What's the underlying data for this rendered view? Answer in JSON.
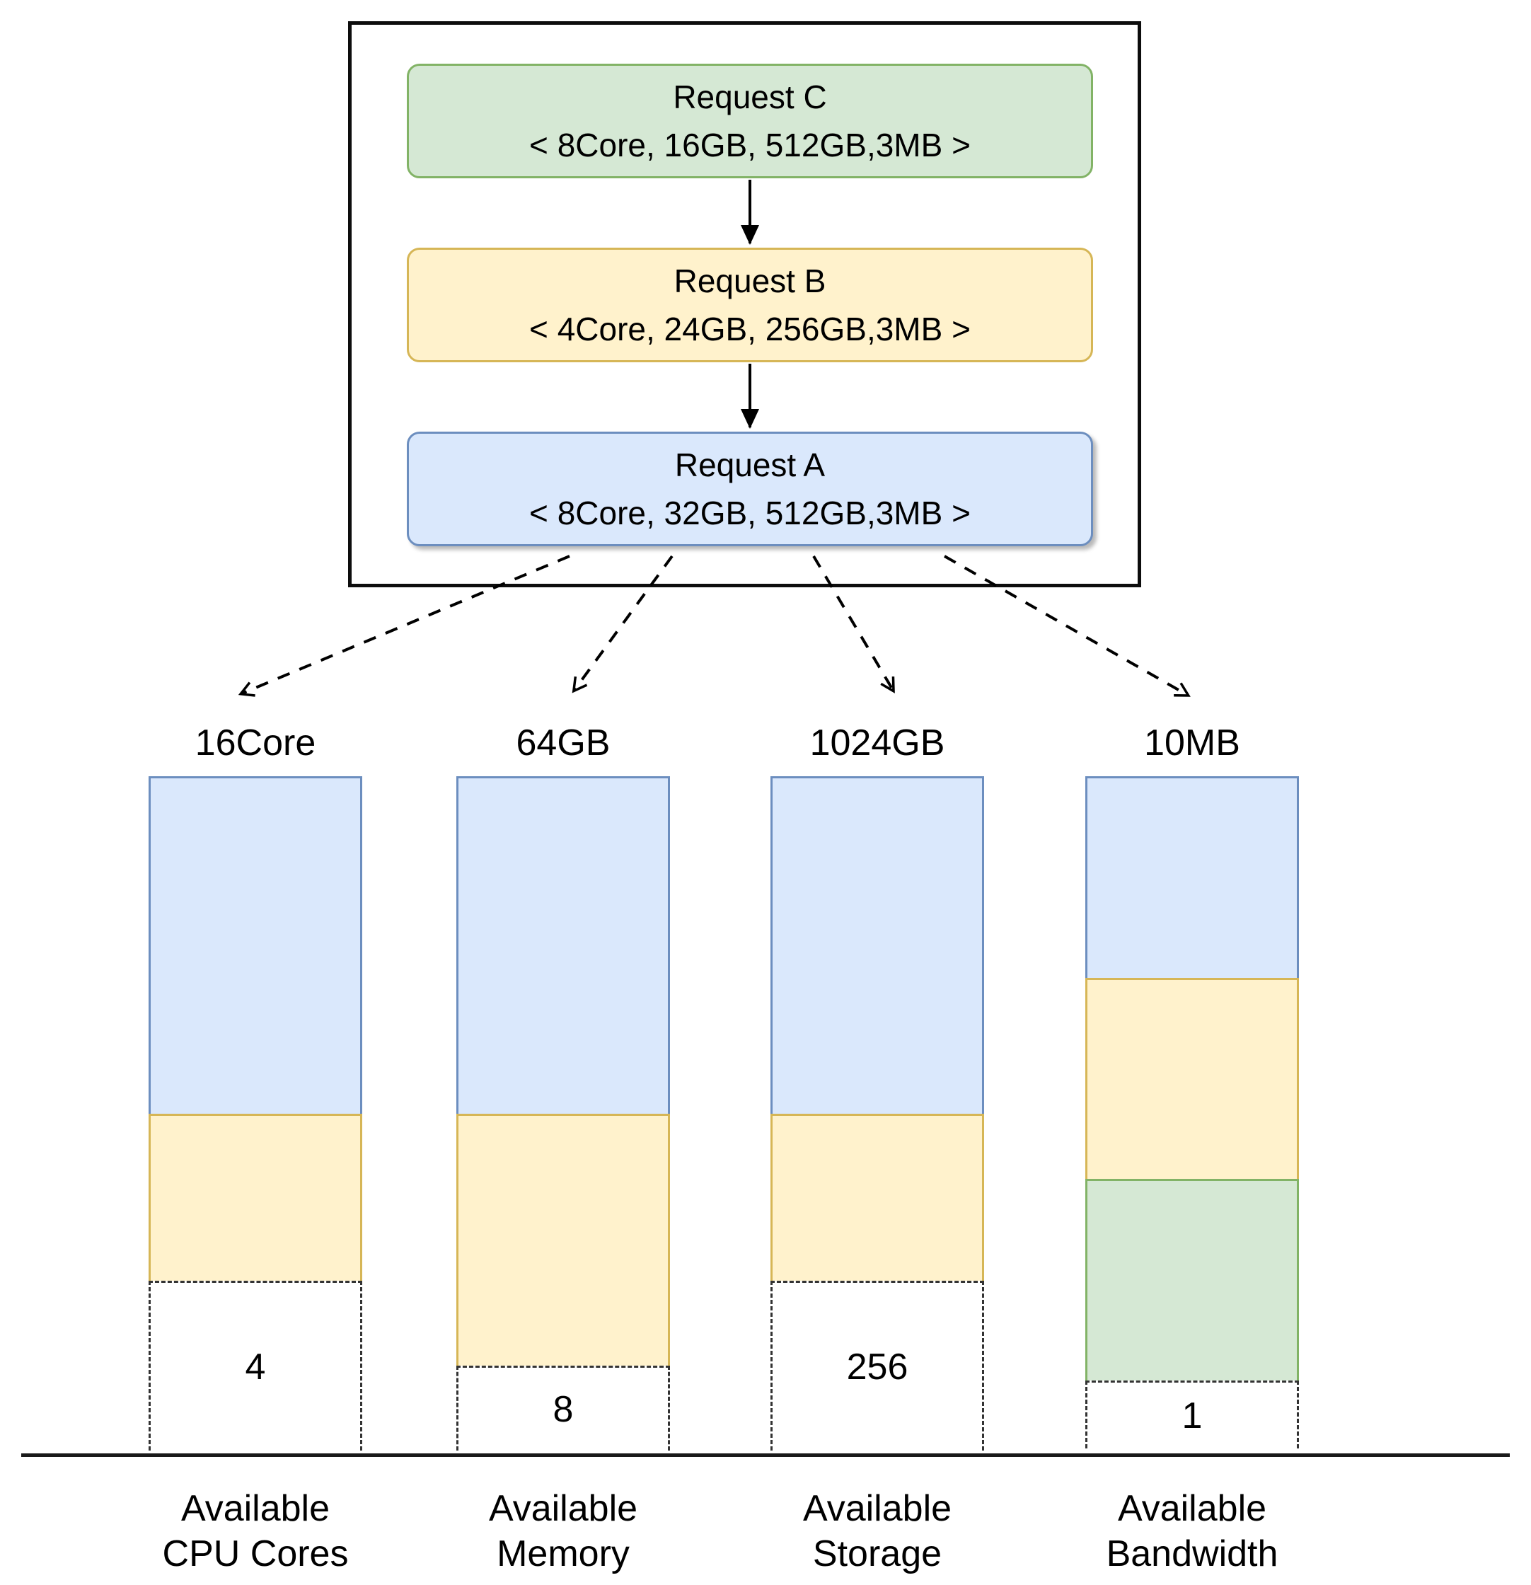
{
  "colors": {
    "request_a": {
      "fill": "#dae8fc",
      "border": "#6c8ebf"
    },
    "request_b": {
      "fill": "#fff2cc",
      "border": "#d6b656"
    },
    "request_c": {
      "fill": "#d5e8d4",
      "border": "#82b366"
    },
    "free": {
      "fill": "#ffffff",
      "border": "#333333"
    }
  },
  "requests": [
    {
      "id": "C",
      "label": "Request C",
      "tuple": "< 8Core, 16GB, 512GB,3MB >"
    },
    {
      "id": "B",
      "label": "Request B",
      "tuple": "< 4Core, 24GB, 256GB,3MB >"
    },
    {
      "id": "A",
      "label": "Request A",
      "tuple": "< 8Core, 32GB, 512GB,3MB >"
    }
  ],
  "chart_data": {
    "type": "bar",
    "stacked": true,
    "note": "Stacked resource-usage bars; segments top-to-bottom are Request A (blue), Request B (yellow), Request C (green); dashed white region is remaining free capacity",
    "bars": [
      {
        "name": "cpu",
        "capacity_label": "16Core",
        "capacity": 16,
        "segments": [
          {
            "request": "A",
            "value": 8
          },
          {
            "request": "B",
            "value": 4
          }
        ],
        "free": {
          "value": 4,
          "label": "4"
        },
        "axis_label_line1": "Available",
        "axis_label_line2": "CPU Cores"
      },
      {
        "name": "memory",
        "capacity_label": "64GB",
        "capacity": 64,
        "segments": [
          {
            "request": "A",
            "value": 32
          },
          {
            "request": "B",
            "value": 24
          }
        ],
        "free": {
          "value": 8,
          "label": "8"
        },
        "axis_label_line1": "Available",
        "axis_label_line2": "Memory"
      },
      {
        "name": "storage",
        "capacity_label": "1024GB",
        "capacity": 1024,
        "segments": [
          {
            "request": "A",
            "value": 512
          },
          {
            "request": "B",
            "value": 256
          }
        ],
        "free": {
          "value": 256,
          "label": "256"
        },
        "axis_label_line1": "Available",
        "axis_label_line2": "Storage"
      },
      {
        "name": "bandwidth",
        "capacity_label": "10MB",
        "capacity": 10,
        "segments": [
          {
            "request": "A",
            "value": 3
          },
          {
            "request": "B",
            "value": 3
          },
          {
            "request": "C",
            "value": 3
          }
        ],
        "free": {
          "value": 1,
          "label": "1"
        },
        "axis_label_line1": "Available",
        "axis_label_line2": "Bandwidth"
      }
    ]
  }
}
